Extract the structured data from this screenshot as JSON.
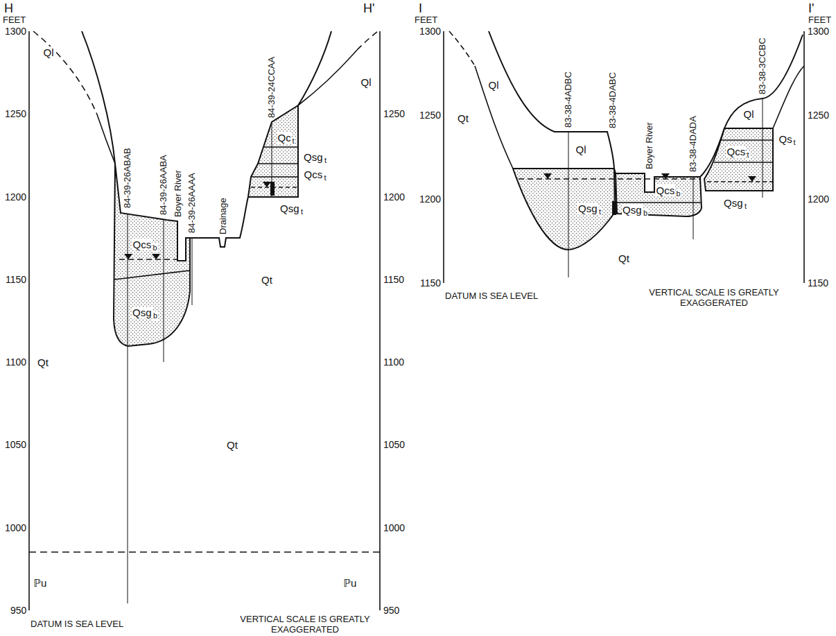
{
  "diagram": {
    "labels": [
      "H",
      "H'",
      "FEET",
      "1300",
      "1250",
      "1200",
      "1150",
      "1100",
      "1050",
      "1000",
      "950",
      "1250",
      "1200",
      "1150",
      "1100",
      "1050",
      "1000",
      "950",
      "Ql",
      "Ql",
      "Qt",
      "Qt",
      "Qt",
      "ℙu",
      "ℙu",
      "84-39-26ABAB",
      "84-39-26AABA",
      "Boyer River",
      "84-39-26AAAA",
      "Drainage",
      "84-39-24CCAA",
      "Qcs",
      "b",
      "Qsg",
      "b",
      "Qc",
      "t",
      "Qsg",
      "t",
      "Qcs",
      "t",
      "Qsg",
      "t",
      "DATUM IS SEA LEVEL",
      "VERTICAL SCALE IS GREATLY EXAGGERATED",
      "I",
      "I'",
      "FEET",
      "FEET",
      "1300",
      "1250",
      "1200",
      "1150",
      "1300",
      "1250",
      "1200",
      "1150",
      "Ql",
      "Qt",
      "Ql",
      "Ql",
      "Qt",
      "83-38-4ADBC",
      "83-38-4DABC",
      "Boyer River",
      "83-38-4DADA",
      "83-38-3CCBC",
      "Qsg",
      "t",
      "Qcs",
      "b",
      "Qsg",
      "b",
      "Qcs",
      "t",
      "Qs",
      "t",
      "Qsg",
      "t",
      "DATUM IS SEA LEVEL",
      "VERTICAL SCALE IS GREATLY EXAGGERATED"
    ]
  }
}
